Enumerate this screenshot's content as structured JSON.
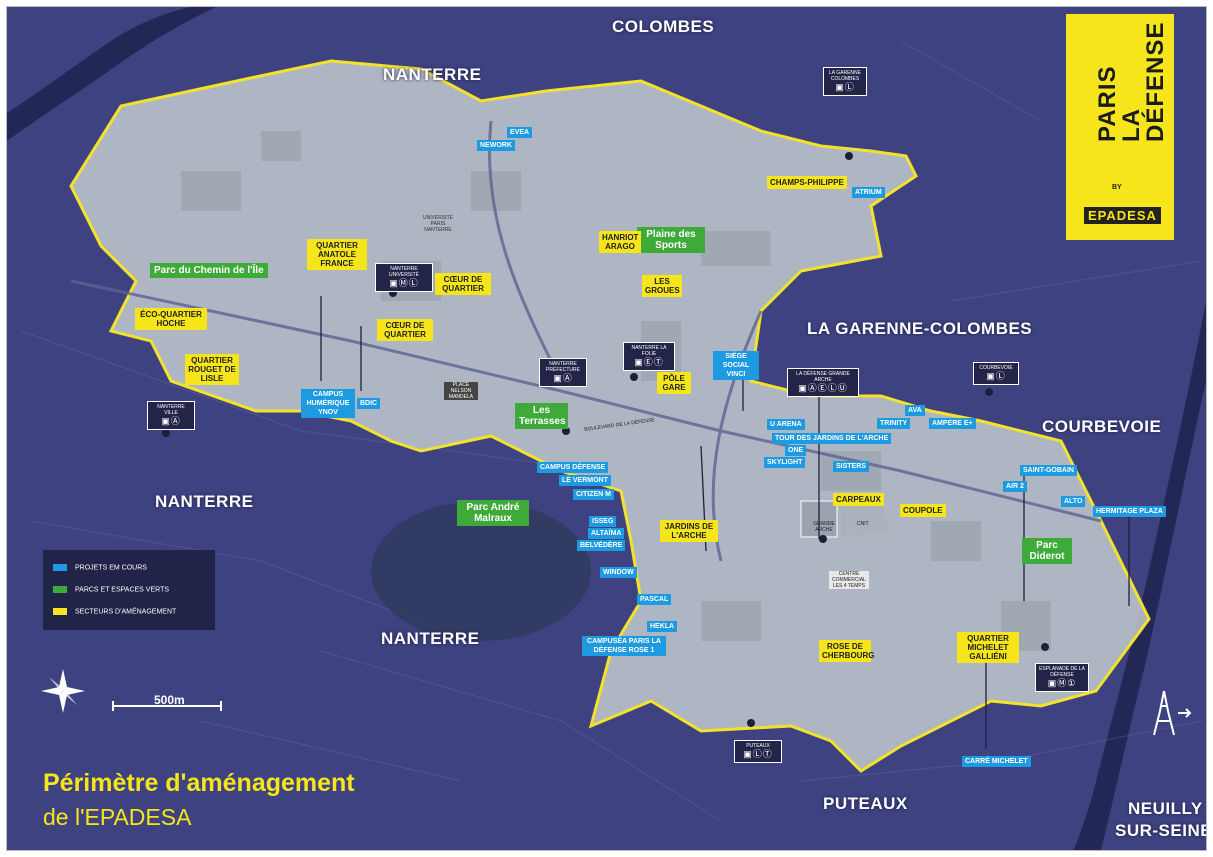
{
  "title": {
    "line1": "Périmètre d'aménagement",
    "line2": "de l'EPADESA"
  },
  "logo": {
    "line1": "PARIS",
    "line2": "LA",
    "line3": "DÉFENSE",
    "by": "BY",
    "brand": "EPADESA"
  },
  "colors": {
    "projects": "#1e9ae0",
    "green_spaces": "#3daa3a",
    "sectors": "#f5e51a",
    "background": "#3b3f7a"
  },
  "legend": [
    {
      "label": "PROJETS EM COURS",
      "color": "#1e9ae0"
    },
    {
      "label": "PARCS ET ESPACES VERTS",
      "color": "#3daa3a"
    },
    {
      "label": "SECTEURS D'AMÉNAGEMENT",
      "color": "#f5e51a"
    }
  ],
  "scale": {
    "label": "500m"
  },
  "communes": [
    {
      "label": "NANTERRE"
    },
    {
      "label": "COLOMBES"
    },
    {
      "label": "LA GARENNE-COLOMBES"
    },
    {
      "label": "COURBEVOIE"
    },
    {
      "label": "NANTERRE"
    },
    {
      "label": "NANTERRE"
    },
    {
      "label": "PUTEAUX"
    },
    {
      "label": "NEUILLY"
    },
    {
      "label": "SUR-SEINE"
    }
  ],
  "green_spaces": [
    {
      "label": "Parc du Chemin de l'Île"
    },
    {
      "label": "Plaine des Sports"
    },
    {
      "label": "Les Terrasses"
    },
    {
      "label": "Parc André Malraux"
    },
    {
      "label": "Parc Diderot"
    }
  ],
  "sectors": [
    {
      "label": "QUARTIER ANATOLE FRANCE"
    },
    {
      "label": "ÉCO-QUARTIER HOCHE"
    },
    {
      "label": "QUARTIER ROUGET DE LISLE"
    },
    {
      "label": "CŒUR DE QUARTIER"
    },
    {
      "label": "CŒUR DE QUARTIER"
    },
    {
      "label": "HANRIOT ARAGO"
    },
    {
      "label": "CHAMPS-PHILIPPE"
    },
    {
      "label": "LES GROUES"
    },
    {
      "label": "PÔLE GARE"
    },
    {
      "label": "JARDINS DE L'ARCHE"
    },
    {
      "label": "CARPEAUX"
    },
    {
      "label": "COUPOLE"
    },
    {
      "label": "ROSE DE CHERBOURG"
    },
    {
      "label": "QUARTIER MICHELET GALLIÉNI"
    }
  ],
  "projects": [
    {
      "label": "EVEA"
    },
    {
      "label": "NEWORK"
    },
    {
      "label": "ATRIUM"
    },
    {
      "label": "CAMPUS HUMÉRIQUE YNOV"
    },
    {
      "label": "BDIC"
    },
    {
      "label": "SIÈGE SOCIAL VINCI"
    },
    {
      "label": "U ARENA"
    },
    {
      "label": "TOUR DES JARDINS DE L'ARCHE"
    },
    {
      "label": "ONE"
    },
    {
      "label": "SKYLIGHT"
    },
    {
      "label": "SISTERS"
    },
    {
      "label": "TRINITY"
    },
    {
      "label": "AVA"
    },
    {
      "label": "AMPERE E+"
    },
    {
      "label": "SAINT-GOBAIN"
    },
    {
      "label": "AIR 2"
    },
    {
      "label": "ALTO"
    },
    {
      "label": "HERMITAGE PLAZA"
    },
    {
      "label": "CAMPUS DÉFENSE"
    },
    {
      "label": "LE VERMONT"
    },
    {
      "label": "CITIZEN M"
    },
    {
      "label": "ISSEG"
    },
    {
      "label": "ALTAÏMA"
    },
    {
      "label": "BELVÉDÈRE"
    },
    {
      "label": "WINDOW"
    },
    {
      "label": "PASCAL"
    },
    {
      "label": "HEKLA"
    },
    {
      "label": "CAMPUSÉA PARIS LA DÉFENSE ROSE 1"
    },
    {
      "label": "CARRÉ MICHELET"
    }
  ],
  "stations": [
    {
      "label": "NANTERRE UNIVERSITÉ"
    },
    {
      "label": "NANTERRE PRÉFECTURE"
    },
    {
      "label": "NANTERRE LA FOLIE"
    },
    {
      "label": "NANTERRE VILLE"
    },
    {
      "label": "LA DÉFENSE GRANDE ARCHE"
    },
    {
      "label": "LA GARENNE COLOMBES"
    },
    {
      "label": "COURBEVOIE"
    },
    {
      "label": "ESPLANADE DE LA DÉFENSE"
    },
    {
      "label": "PUTEAUX"
    }
  ],
  "small_labels": [
    {
      "label": "UNIVERSITÉ PARIS NANTERRE"
    },
    {
      "label": "PLACE NELSON MANDELA"
    },
    {
      "label": "BOULEVARD DE LA DÉFENSE"
    },
    {
      "label": "GRANDE ARCHE"
    },
    {
      "label": "CNIT"
    },
    {
      "label": "CENTRE COMMERCIAL LES 4 TEMPS"
    }
  ]
}
